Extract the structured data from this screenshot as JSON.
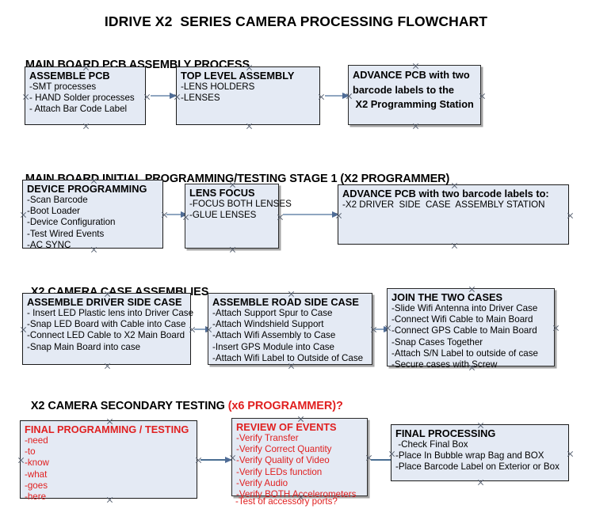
{
  "document": {
    "title": "IDRIVE X2  SERIES CAMERA PROCESSING FLOWCHART"
  },
  "sections": [
    {
      "id": "main-board-pcb-assembly",
      "heading": "MAIN BOARD PCB ASSEMBLY PROCESS",
      "heading_red": "",
      "nodes": [
        {
          "id": "assemble-pcb",
          "title": "ASSEMBLE PCB",
          "lines": [
            "-SMT processes",
            "- HAND Solder processes",
            "- Attach Bar Code Label"
          ]
        },
        {
          "id": "top-level-assembly",
          "title": "TOP LEVEL ASSEMBLY",
          "lines": [
            "-LENS HOLDERS",
            "-LENSES"
          ]
        },
        {
          "id": "advance-pcb-programming-station",
          "title": "ADVANCE PCB with two\nbarcode labels to the\n X2 Programming Station",
          "lines": []
        }
      ]
    },
    {
      "id": "main-board-initial-programming",
      "heading": "MAIN BOARD INITIAL PROGRAMMING/TESTING STAGE 1 (X2 PROGRAMMER)",
      "heading_red": "",
      "nodes": [
        {
          "id": "device-programming",
          "title": "DEVICE PROGRAMMING",
          "lines": [
            "-Scan Barcode",
            "-Boot Loader",
            "-Device Configuration",
            "-Test Wired Events",
            "-AC SYNC"
          ]
        },
        {
          "id": "lens-focus",
          "title": "LENS FOCUS",
          "lines": [
            "-FOCUS BOTH LENSES",
            "-GLUE LENSES"
          ]
        },
        {
          "id": "advance-pcb-driver-side-station",
          "title": "ADVANCE PCB with two barcode labels to:",
          "lines": [
            "-X2 DRIVER  SIDE  CASE  ASSEMBLY STATION"
          ]
        }
      ]
    },
    {
      "id": "x2-camera-case-assemblies",
      "heading": "X2 CAMERA CASE ASSEMBLIES",
      "heading_red": "",
      "nodes": [
        {
          "id": "assemble-driver-side-case",
          "title": "ASSEMBLE DRIVER SIDE CASE",
          "lines": [
            "- Insert LED Plastic lens into Driver Case",
            "-Snap LED Board with Cable into Case",
            "-Connect LED Cable to X2 Main Board",
            "-Snap Main Board into case"
          ]
        },
        {
          "id": "assemble-road-side-case",
          "title": "ASSEMBLE ROAD SIDE CASE",
          "lines": [
            "-Attach Support Spur to Case",
            "-Attach Windshield Support",
            "-Attach Wifi Assembly to Case",
            "-Insert GPS Module into Case",
            "-Attach Wifi Label to Outside of Case"
          ]
        },
        {
          "id": "join-the-two-cases",
          "title": "JOIN THE TWO CASES",
          "lines": [
            "-Slide Wifi Antenna into Driver Case",
            "-Connect Wifi Cable to Main Board",
            "-Connect GPS Cable to Main Board",
            "-Snap Cases Together",
            "-Attach S/N Label to outside of case",
            "-Secure cases with Screw"
          ]
        }
      ]
    },
    {
      "id": "x2-camera-secondary-testing",
      "heading": "X2 CAMERA SECONDARY TESTING ",
      "heading_red": "(x6 PROGRAMMER)?",
      "nodes": [
        {
          "id": "final-programming-testing",
          "title": "FINAL PROGRAMMING / TESTING",
          "lines": [
            "-need",
            "-to",
            "-know",
            "-what",
            "-goes",
            "-here"
          ]
        },
        {
          "id": "review-of-events",
          "title": "REVIEW OF EVENTS",
          "lines": [
            "-Verify Transfer",
            "-Verify Correct Quantity",
            "-Verify Quality of Video",
            "-Verify LEDs function",
            "-Verify Audio",
            "-Verify BOTH Accelerometers"
          ],
          "overflow_line": "-Test of accessory ports?"
        },
        {
          "id": "final-processing",
          "title": "FINAL PROCESSING",
          "lines": [
            " -Check Final Box",
            "-Place In Bubble wrap Bag and BOX",
            "-Place Barcode Label on Exterior or Box"
          ]
        }
      ]
    }
  ],
  "colors": {
    "box_fill": "#e4eaf4",
    "box_border": "#1a1a1a",
    "arrow": "#8fa6c0",
    "red_text": "#e02020",
    "text": "#000000"
  }
}
